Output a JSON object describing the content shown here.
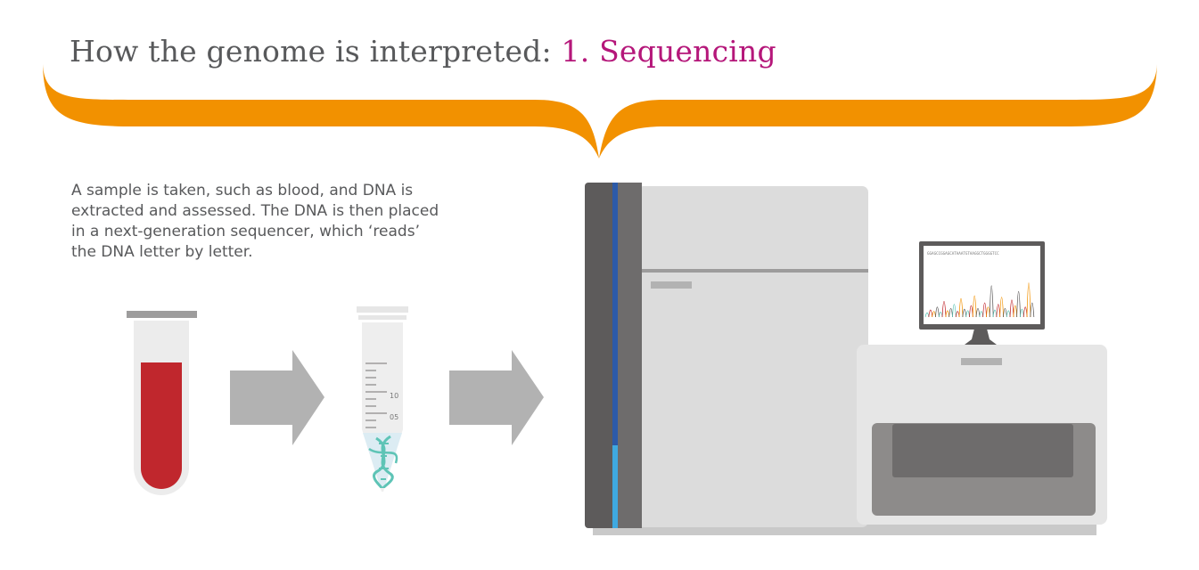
{
  "title": {
    "prefix": "How the genome is interpreted: ",
    "highlight": "1. Sequencing"
  },
  "description": {
    "lines": [
      "A sample is taken, such as blood, and DNA is",
      "extracted and assessed. The DNA is then placed",
      "in a next-generation sequencer, which ‘reads’",
      "the DNA letter by letter."
    ]
  },
  "tube": {
    "scale_labels": [
      "10",
      "05"
    ]
  },
  "monitor": {
    "sequence": "GGAGCCGGAGCATAAATGTAAGGCTGGGGTCC"
  },
  "colors": {
    "brace": "#f29100",
    "title_highlight": "#b5177a",
    "text": "#58595b",
    "blood": "#c0272d",
    "arrow": "#b2b2b2",
    "dna": "#5ec4b6",
    "machine_dark": "#5d5b5b",
    "machine_light": "#dbdbdb",
    "accent_blue": "#2c5aa8"
  }
}
